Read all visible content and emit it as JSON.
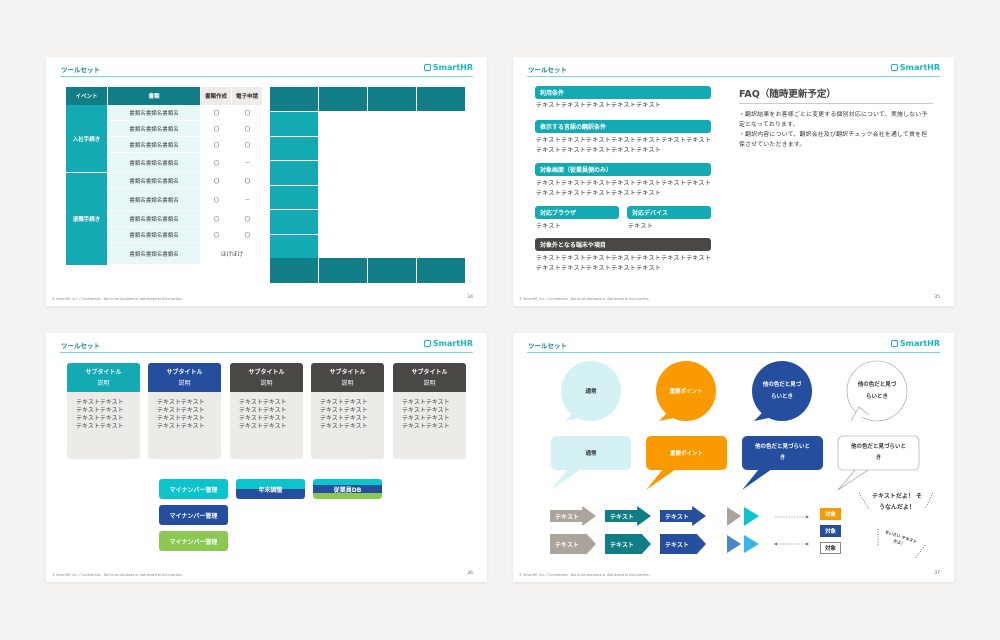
{
  "common": {
    "section_title": "ツールセット",
    "logo": "SmartHR",
    "footer": "© SmartHR, Inc. / Confidential - Not to be disclosed or distributed to third parties."
  },
  "slide34": {
    "page": "34",
    "headers": [
      "イベント",
      "書類",
      "書類作成",
      "電子申請"
    ],
    "groups": [
      "入社手続き",
      "退職手続き"
    ],
    "rows": [
      {
        "name": "書類名書類名書類名",
        "create": "〇",
        "apply": "〇"
      },
      {
        "name": "書類名書類名書類名",
        "create": "〇",
        "apply": "〇"
      },
      {
        "name": "書類名書類名書類名",
        "create": "〇",
        "apply": "〇"
      },
      {
        "name": "書類名書類名書類名",
        "create": "〇",
        "apply": "－"
      },
      {
        "name": "書類名書類名書類名",
        "create": "〇",
        "apply": "〇"
      },
      {
        "name": "書類名書類名書類名",
        "create": "〇",
        "apply": "－"
      },
      {
        "name": "書類名書類名書類名",
        "create": "〇",
        "apply": "〇"
      },
      {
        "name": "書類名書類名書類名",
        "create": "〇",
        "apply": "〇"
      },
      {
        "name": "書類名書類名書類名",
        "merged": "ほげほげ"
      }
    ]
  },
  "slide35": {
    "page": "35",
    "sections": [
      {
        "label": "利用条件",
        "text": "テキストテキストテキストテキストテキスト"
      },
      {
        "label": "表示する言語の翻訳条件",
        "text": "テキストテキストテキストテキストテキストテキストテキストテキストテキストテキストテキストテキスト"
      },
      {
        "label": "対象画面（従業員側のみ）",
        "text": "テキストテキストテキストテキストテキストテキストテキストテキストテキストテキストテキストテキスト"
      },
      {
        "label": "対応ブラウザ",
        "text": "テキスト"
      },
      {
        "label": "対応デバイス",
        "text": "テキスト"
      },
      {
        "label": "対象外となる端末や項目",
        "text": "テキストテキストテキストテキストテキストテキストテキストテキストテキストテキストテキストテキスト"
      }
    ],
    "faq_title": "FAQ（随時更新予定）",
    "faq_items": [
      "・翻訳結果をお客様ごとに変更する個別対応について、実施しない予定となっております。",
      "・翻訳内容について、翻訳会社及び翻訳チェック会社を通して質を担保させていただきます。"
    ]
  },
  "slide36": {
    "page": "36",
    "cards": [
      {
        "title": "サブタイトル",
        "desc": "説明",
        "body": "テキストテキスト テキストテキスト テキストテキスト テキストテキスト",
        "color": "#14aab4"
      },
      {
        "title": "サブタイトル",
        "desc": "説明",
        "body": "テキストテキスト テキストテキスト テキストテキスト テキストテキスト",
        "color": "#254f9e"
      },
      {
        "title": "サブタイトル",
        "desc": "説明",
        "body": "テキストテキスト テキストテキスト テキストテキスト テキストテキスト",
        "color": "#4a4844"
      },
      {
        "title": "サブタイトル",
        "desc": "説明",
        "body": "テキストテキスト テキストテキスト テキストテキスト テキストテキスト",
        "color": "#4a4844"
      },
      {
        "title": "サブタイトル",
        "desc": "説明",
        "body": "テキストテキスト テキストテキスト テキストテキスト テキストテキスト",
        "color": "#4a4844"
      }
    ],
    "buttons": [
      "マイナンバー管理",
      "マイナンバー管理",
      "マイナンバー管理",
      "年末調整",
      "従業員DB"
    ]
  },
  "slide37": {
    "page": "37",
    "bubbles": [
      "通常",
      "重要ポイント",
      "他の色だと見づらいとき",
      "他の色だと見づらいとき"
    ],
    "arrow_label": "テキスト",
    "tag_label": "対象",
    "exclaim": "テキストだよ！ そうなんだよ！",
    "small": "ちいさい テキストだよ！"
  },
  "colors": {
    "teal": "#14aab4",
    "dark_teal": "#117e86",
    "blue": "#254f9e",
    "gray": "#4a4844",
    "orange": "#f99a00",
    "cyan": "#0bc4cc",
    "green": "#8bc953",
    "light": "#d4f2f4"
  }
}
